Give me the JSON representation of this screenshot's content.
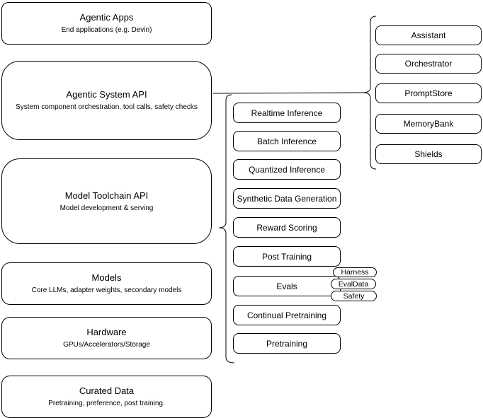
{
  "left": [
    {
      "title": "Agentic Apps",
      "subtitle": "End applications (e.g. Devin)"
    },
    {
      "title": "Agentic System API",
      "subtitle": "System component orchestration, tool calls, safety checks"
    },
    {
      "title": "Model Toolchain API",
      "subtitle": "Model development & serving"
    },
    {
      "title": "Models",
      "subtitle": "Core LLMs, adapter weights, secondary models"
    },
    {
      "title": "Hardware",
      "subtitle": "GPUs/Accelerators/Storage"
    },
    {
      "title": "Curated Data",
      "subtitle": "Pretraining, preference, post training."
    }
  ],
  "middle": [
    "Realtime Inference",
    "Batch Inference",
    "Quantized Inference",
    "Synthetic Data Generation",
    "Reward Scoring",
    "Post Training",
    "Evals",
    "Continual Pretraining",
    "Pretraining"
  ],
  "pills": [
    "Harness",
    "EvalData",
    "Safety"
  ],
  "right": [
    "Assistant",
    "Orchestrator",
    "PromptStore",
    "MemoryBank",
    "Shields"
  ],
  "colors": {
    "stroke": "#000000",
    "fill": "#ffffff",
    "background": "#ffffff"
  }
}
